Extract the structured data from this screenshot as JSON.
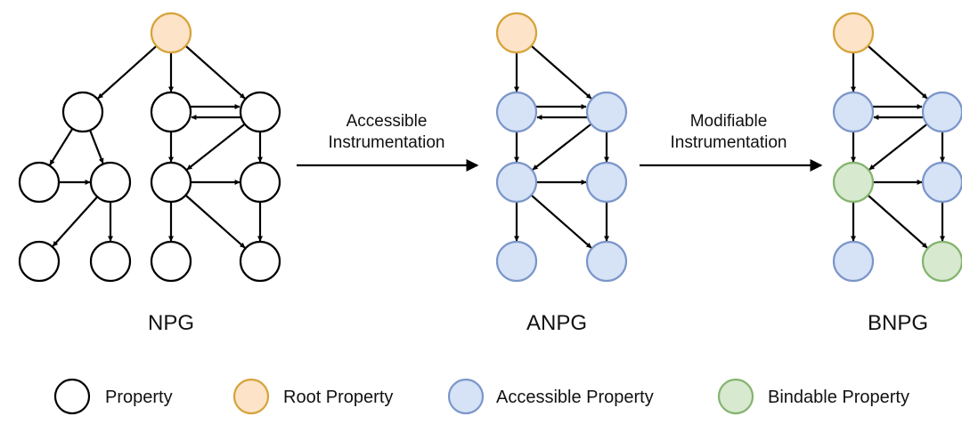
{
  "colors": {
    "property": {
      "fill": "#ffffff",
      "stroke": "#000000"
    },
    "root": {
      "fill": "#fde3c8",
      "stroke": "#d6a33a"
    },
    "accessible": {
      "fill": "#d6e2f6",
      "stroke": "#7b96c9"
    },
    "bindable": {
      "fill": "#d7e9cf",
      "stroke": "#84b46e"
    }
  },
  "graphs": [
    {
      "title": "NPG"
    },
    {
      "title": "ANPG"
    },
    {
      "title": "BNPG"
    }
  ],
  "transitions": [
    {
      "line1": "Accessible",
      "line2": "Instrumentation"
    },
    {
      "line1": "Modifiable",
      "line2": "Instrumentation"
    }
  ],
  "legend": [
    {
      "label": "Property",
      "kind": "property"
    },
    {
      "label": "Root Property",
      "kind": "root"
    },
    {
      "label": "Accessible Property",
      "kind": "accessible"
    },
    {
      "label": "Bindable Property",
      "kind": "bindable"
    }
  ]
}
